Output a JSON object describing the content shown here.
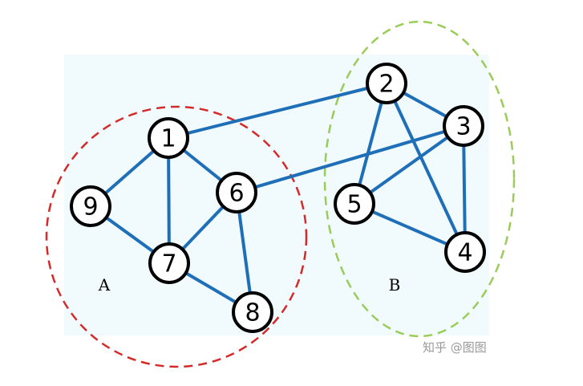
{
  "nodes": [
    {
      "id": "1",
      "label": "1"
    },
    {
      "id": "2",
      "label": "2"
    },
    {
      "id": "3",
      "label": "3"
    },
    {
      "id": "4",
      "label": "4"
    },
    {
      "id": "5",
      "label": "5"
    },
    {
      "id": "6",
      "label": "6"
    },
    {
      "id": "7",
      "label": "7"
    },
    {
      "id": "8",
      "label": "8"
    },
    {
      "id": "9",
      "label": "9"
    }
  ],
  "edges": [
    [
      "1",
      "2"
    ],
    [
      "1",
      "9"
    ],
    [
      "1",
      "7"
    ],
    [
      "1",
      "6"
    ],
    [
      "9",
      "7"
    ],
    [
      "7",
      "6"
    ],
    [
      "7",
      "8"
    ],
    [
      "6",
      "8"
    ],
    [
      "6",
      "3"
    ],
    [
      "2",
      "3"
    ],
    [
      "2",
      "5"
    ],
    [
      "2",
      "4"
    ],
    [
      "3",
      "5"
    ],
    [
      "3",
      "4"
    ],
    [
      "5",
      "4"
    ]
  ],
  "clusters": [
    {
      "id": "A",
      "label": "A",
      "color": "#d42a2a",
      "members": [
        "1",
        "6",
        "7",
        "8",
        "9"
      ]
    },
    {
      "id": "B",
      "label": "B",
      "color": "#9bcc5a",
      "members": [
        "2",
        "3",
        "4",
        "5"
      ]
    }
  ],
  "colors": {
    "edge": "#1f6fb8",
    "background_panel": "#f1fbfd",
    "node_stroke": "#000000"
  },
  "watermark": {
    "text": "知乎 @图图"
  }
}
